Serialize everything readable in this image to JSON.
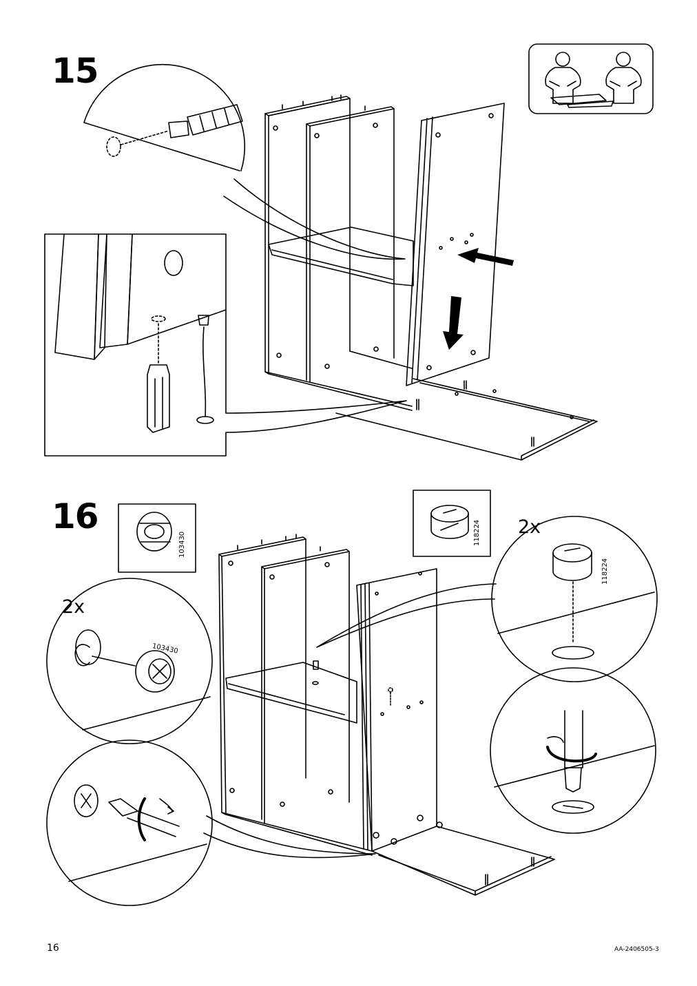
{
  "document": {
    "page_number": "16",
    "doc_code": "AA-2406505-3"
  },
  "steps": [
    {
      "number": "15",
      "icon": "two-person-assembly-icon"
    },
    {
      "number": "16",
      "parts": [
        {
          "part_no": "103430",
          "quantity": "2x"
        },
        {
          "part_no": "118224",
          "quantity": "2x"
        }
      ]
    }
  ]
}
